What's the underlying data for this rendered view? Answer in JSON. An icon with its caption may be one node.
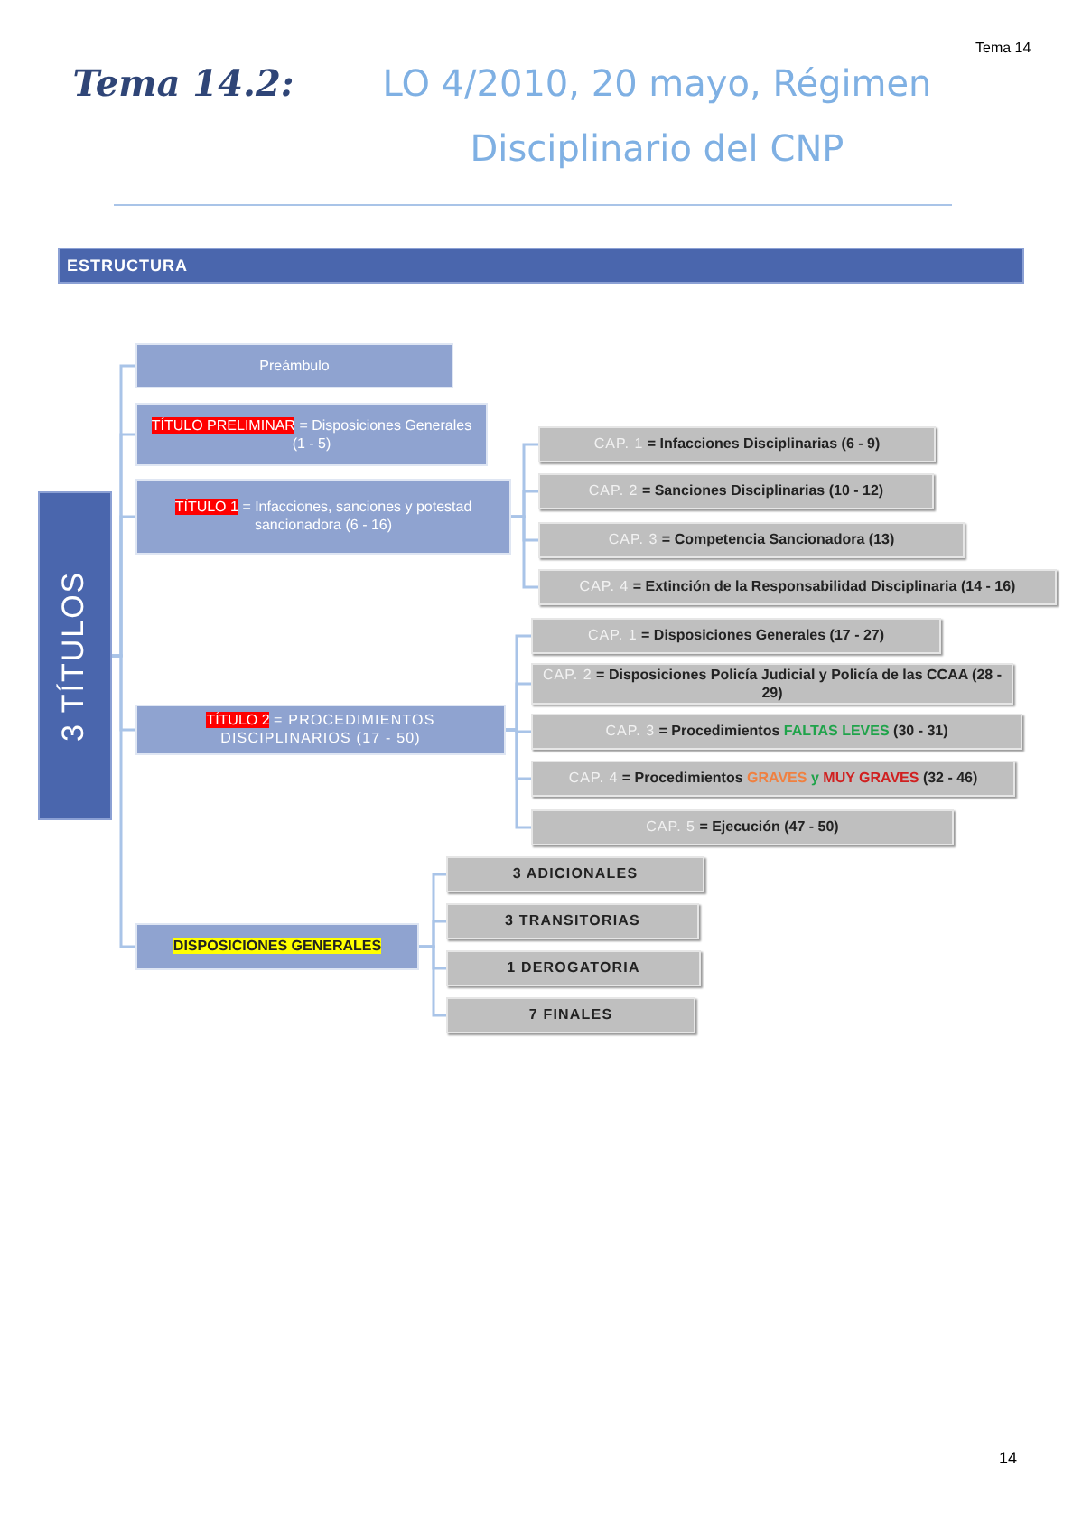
{
  "diagram": {
    "title": "LO 4/2010, 20 mayo, Régimen Disciplinario del CNP",
    "nodes": [
      {
        "text": [
          "3 TÍTULOS"
        ]
      },
      {
        "text": [
          "Preámbulo"
        ]
      },
      {
        "text": [
          "TÍTULO PRELIMINAR",
          "= Disposiciones Generales (1 - 5)"
        ]
      },
      {
        "text": [
          "TÍTULO 1",
          "= Infacciones, sanciones y potestad sancionadora (6 - 16)"
        ]
      },
      {
        "text": [
          "TÍTULO 2",
          "= PROCEDIMIENTOS DISCIPLINARIOS (17 - 50)"
        ]
      },
      {
        "text": [
          "DISPOSICIONES GENERALES"
        ]
      },
      {
        "text": [
          "CAP. 1",
          "= Infacciones Disciplinarias (6 - 9)"
        ]
      },
      {
        "text": [
          "CAP. 2",
          "= Sanciones Disciplinarias (10 - 12)"
        ]
      },
      {
        "text": [
          "CAP. 3",
          "= Competencia Sancionadora (13)"
        ]
      },
      {
        "text": [
          "CAP. 4",
          "= Extinción de la Responsabilidad Disciplinaria (14 - 16)"
        ]
      },
      {
        "text": [
          "CAP. 1",
          "= Disposiciones Generales (17 - 27)"
        ]
      },
      {
        "text": [
          "CAP. 2",
          "= Disposiciones Policía Judicial y Policía de las CCAA (28 - 29)"
        ]
      },
      {
        "text": [
          "CAP. 3",
          "= Procedimientos",
          "FALTAS LEVES",
          "(30 - 31)"
        ]
      },
      {
        "text": [
          "CAP. 4",
          "= Procedimientos",
          "GRAVES",
          "y",
          "MUY GRAVES",
          "(32 - 46)"
        ]
      },
      {
        "text": [
          "CAP. 5",
          "= Ejecución (47 - 50)"
        ]
      },
      {
        "text": [
          "3 ADICIONALES"
        ]
      },
      {
        "text": [
          "3 TRANSITORIAS"
        ]
      },
      {
        "text": [
          "1 DEROGATORIA"
        ]
      },
      {
        "text": [
          "7 FINALES"
        ]
      }
    ],
    "edges": [
      {
        "from": 0,
        "to": 1,
        "arrow": "none"
      },
      {
        "from": 0,
        "to": 2,
        "arrow": "none"
      },
      {
        "from": 0,
        "to": 3,
        "arrow": "none"
      },
      {
        "from": 0,
        "to": 4,
        "arrow": "none"
      },
      {
        "from": 0,
        "to": 5,
        "arrow": "none"
      },
      {
        "from": 3,
        "to": 6,
        "arrow": "none"
      },
      {
        "from": 3,
        "to": 7,
        "arrow": "none"
      },
      {
        "from": 3,
        "to": 8,
        "arrow": "none"
      },
      {
        "from": 3,
        "to": 9,
        "arrow": "none"
      },
      {
        "from": 4,
        "to": 10,
        "arrow": "none"
      },
      {
        "from": 4,
        "to": 11,
        "arrow": "none"
      },
      {
        "from": 4,
        "to": 12,
        "arrow": "none"
      },
      {
        "from": 4,
        "to": 13,
        "arrow": "none"
      },
      {
        "from": 4,
        "to": 14,
        "arrow": "none"
      },
      {
        "from": 5,
        "to": 15,
        "arrow": "none"
      },
      {
        "from": 5,
        "to": 16,
        "arrow": "none"
      },
      {
        "from": 5,
        "to": 17,
        "arrow": "none"
      },
      {
        "from": 5,
        "to": 18,
        "arrow": "none"
      }
    ],
    "labels": [
      "Tema 14.2:",
      "Tema 14",
      "ESTRUCTURA",
      "14"
    ]
  }
}
